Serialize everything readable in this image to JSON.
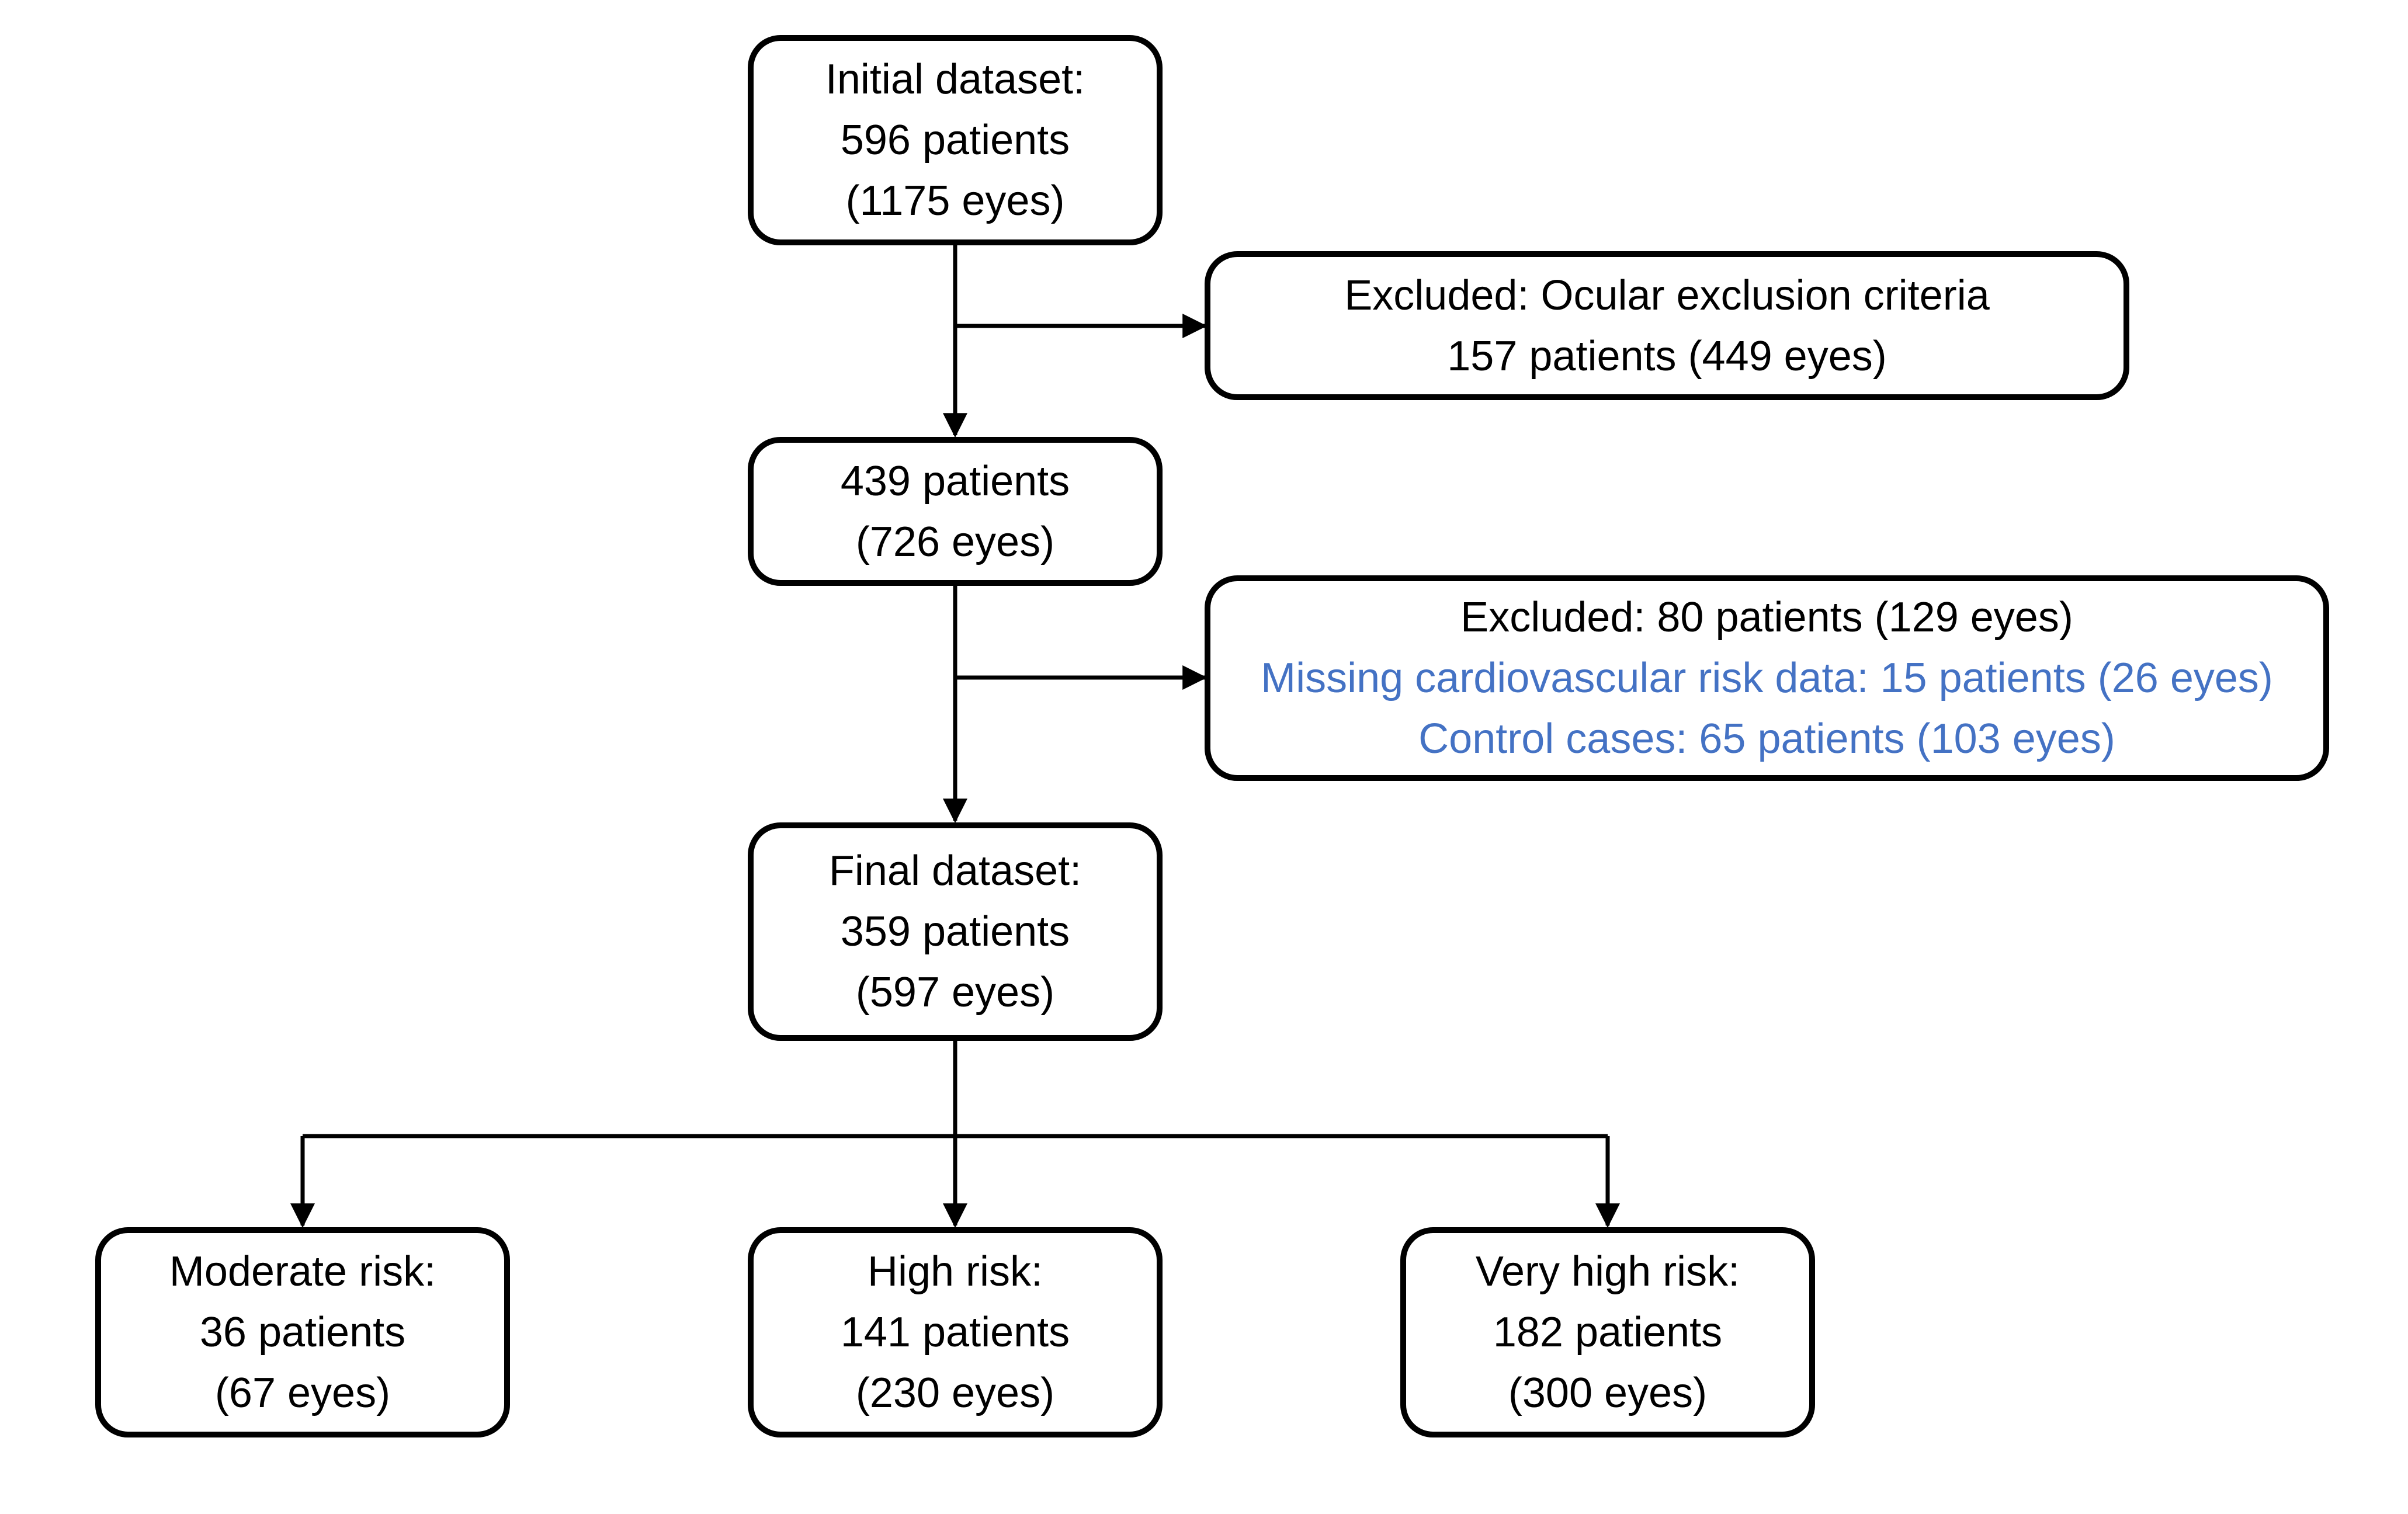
{
  "colors": {
    "line": "#000000",
    "highlight": "#4472c4"
  },
  "nodes": {
    "initial": {
      "lines": [
        "Initial dataset:",
        "596 patients",
        "(1175 eyes)"
      ]
    },
    "excluded_ocular": {
      "lines": [
        "Excluded: Ocular exclusion criteria",
        "157 patients (449 eyes)"
      ]
    },
    "intermediate": {
      "lines": [
        "439 patients",
        "(726 eyes)"
      ]
    },
    "excluded_other": {
      "lines": [
        "Excluded: 80 patients (129 eyes)"
      ],
      "highlight_lines": [
        "Missing cardiovascular risk data: 15 patients (26 eyes)",
        "Control cases: 65 patients (103 eyes)"
      ]
    },
    "final": {
      "lines": [
        "Final dataset:",
        "359 patients",
        "(597 eyes)"
      ]
    },
    "moderate": {
      "lines": [
        "Moderate risk:",
        "36 patients",
        "(67 eyes)"
      ]
    },
    "high": {
      "lines": [
        "High risk:",
        "141 patients",
        "(230 eyes)"
      ]
    },
    "very_high": {
      "lines": [
        "Very high risk:",
        "182 patients",
        "(300 eyes)"
      ]
    }
  }
}
